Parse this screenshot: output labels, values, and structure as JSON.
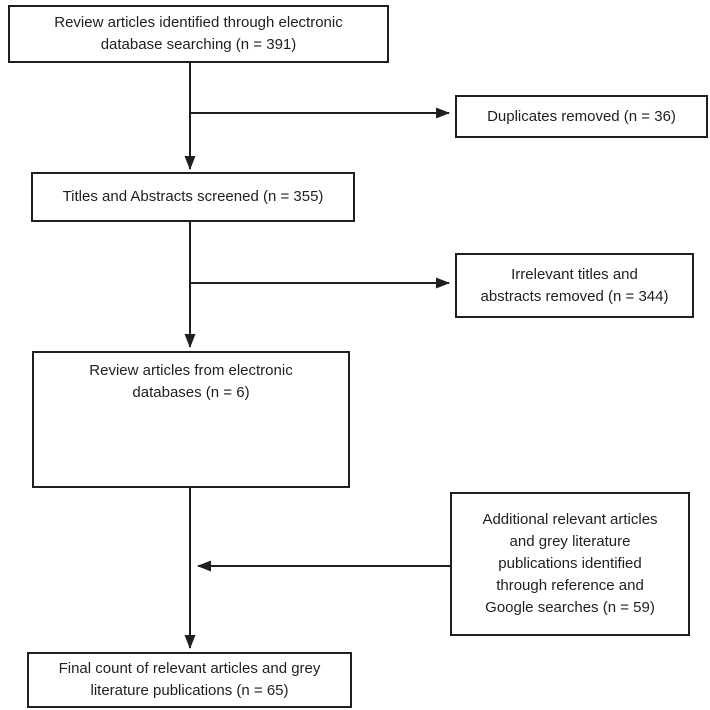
{
  "diagram": {
    "type": "flowchart",
    "style": "prisma-review-selection",
    "colors": {
      "border": "#1f1f1f",
      "text": "#1f1f1f",
      "background": "#ffffff"
    },
    "nodes": {
      "identified": {
        "label": "Review articles identified through electronic\ndatabase searching (n = 391)",
        "n": 391
      },
      "duplicates": {
        "label": "Duplicates removed (n = 36)",
        "n": 36
      },
      "screened": {
        "label": "Titles and Abstracts screened (n = 355)",
        "n": 355
      },
      "irrelevant": {
        "label": "Irrelevant titles and\nabstracts removed (n = 344)",
        "n": 344
      },
      "electronic": {
        "label": "Review articles from electronic\ndatabases (n = 6)",
        "n": 6
      },
      "additional": {
        "label": "Additional relevant articles\nand grey literature\npublications identified\nthrough reference and\nGoogle searches (n = 59)",
        "n": 59
      },
      "final": {
        "label": "Final count of relevant articles and grey\nliterature publications (n = 65)",
        "n": 65
      }
    },
    "edges": [
      {
        "from": "identified",
        "to": "screened",
        "direction": "down"
      },
      {
        "from": "identified",
        "to": "duplicates",
        "direction": "right"
      },
      {
        "from": "screened",
        "to": "electronic",
        "direction": "down"
      },
      {
        "from": "screened",
        "to": "irrelevant",
        "direction": "right"
      },
      {
        "from": "electronic",
        "to": "final",
        "direction": "down"
      },
      {
        "from": "additional",
        "to": "main-flow",
        "direction": "left"
      }
    ]
  }
}
